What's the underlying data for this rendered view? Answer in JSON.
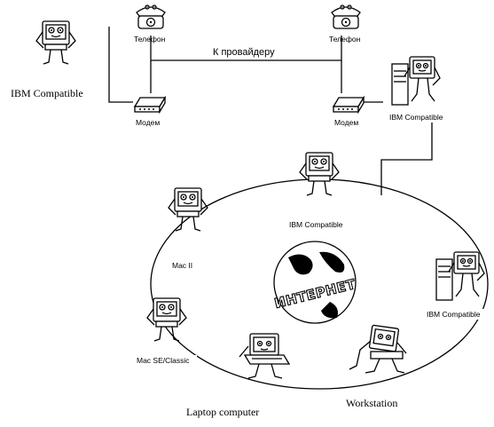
{
  "labels": {
    "ibm_top_left": "IBM Compatible",
    "telephone_left": "Телефон",
    "telephone_right": "Телефон",
    "provider_link": "К провайдеру",
    "modem_left": "Модем",
    "modem_right": "Модем",
    "ibm_top_right": "IBM Compatible",
    "ibm_ring_top": "IBM Compatible",
    "mac_ii": "Mac II",
    "ibm_ring_right": "IBM Compatible",
    "mac_classic": "Mac SE/Classic",
    "laptop": "Laptop computer",
    "workstation": "Workstation",
    "internet_logo": "ИНТЕРНЕТ"
  },
  "icons": {
    "person_computer": "cartoon-computer-character-icon",
    "tower_computer": "cartoon-tower-computer-icon",
    "telephone": "telephone-icon",
    "modem": "modem-icon",
    "globe": "globe-icon",
    "laptop": "laptop-character-icon"
  }
}
